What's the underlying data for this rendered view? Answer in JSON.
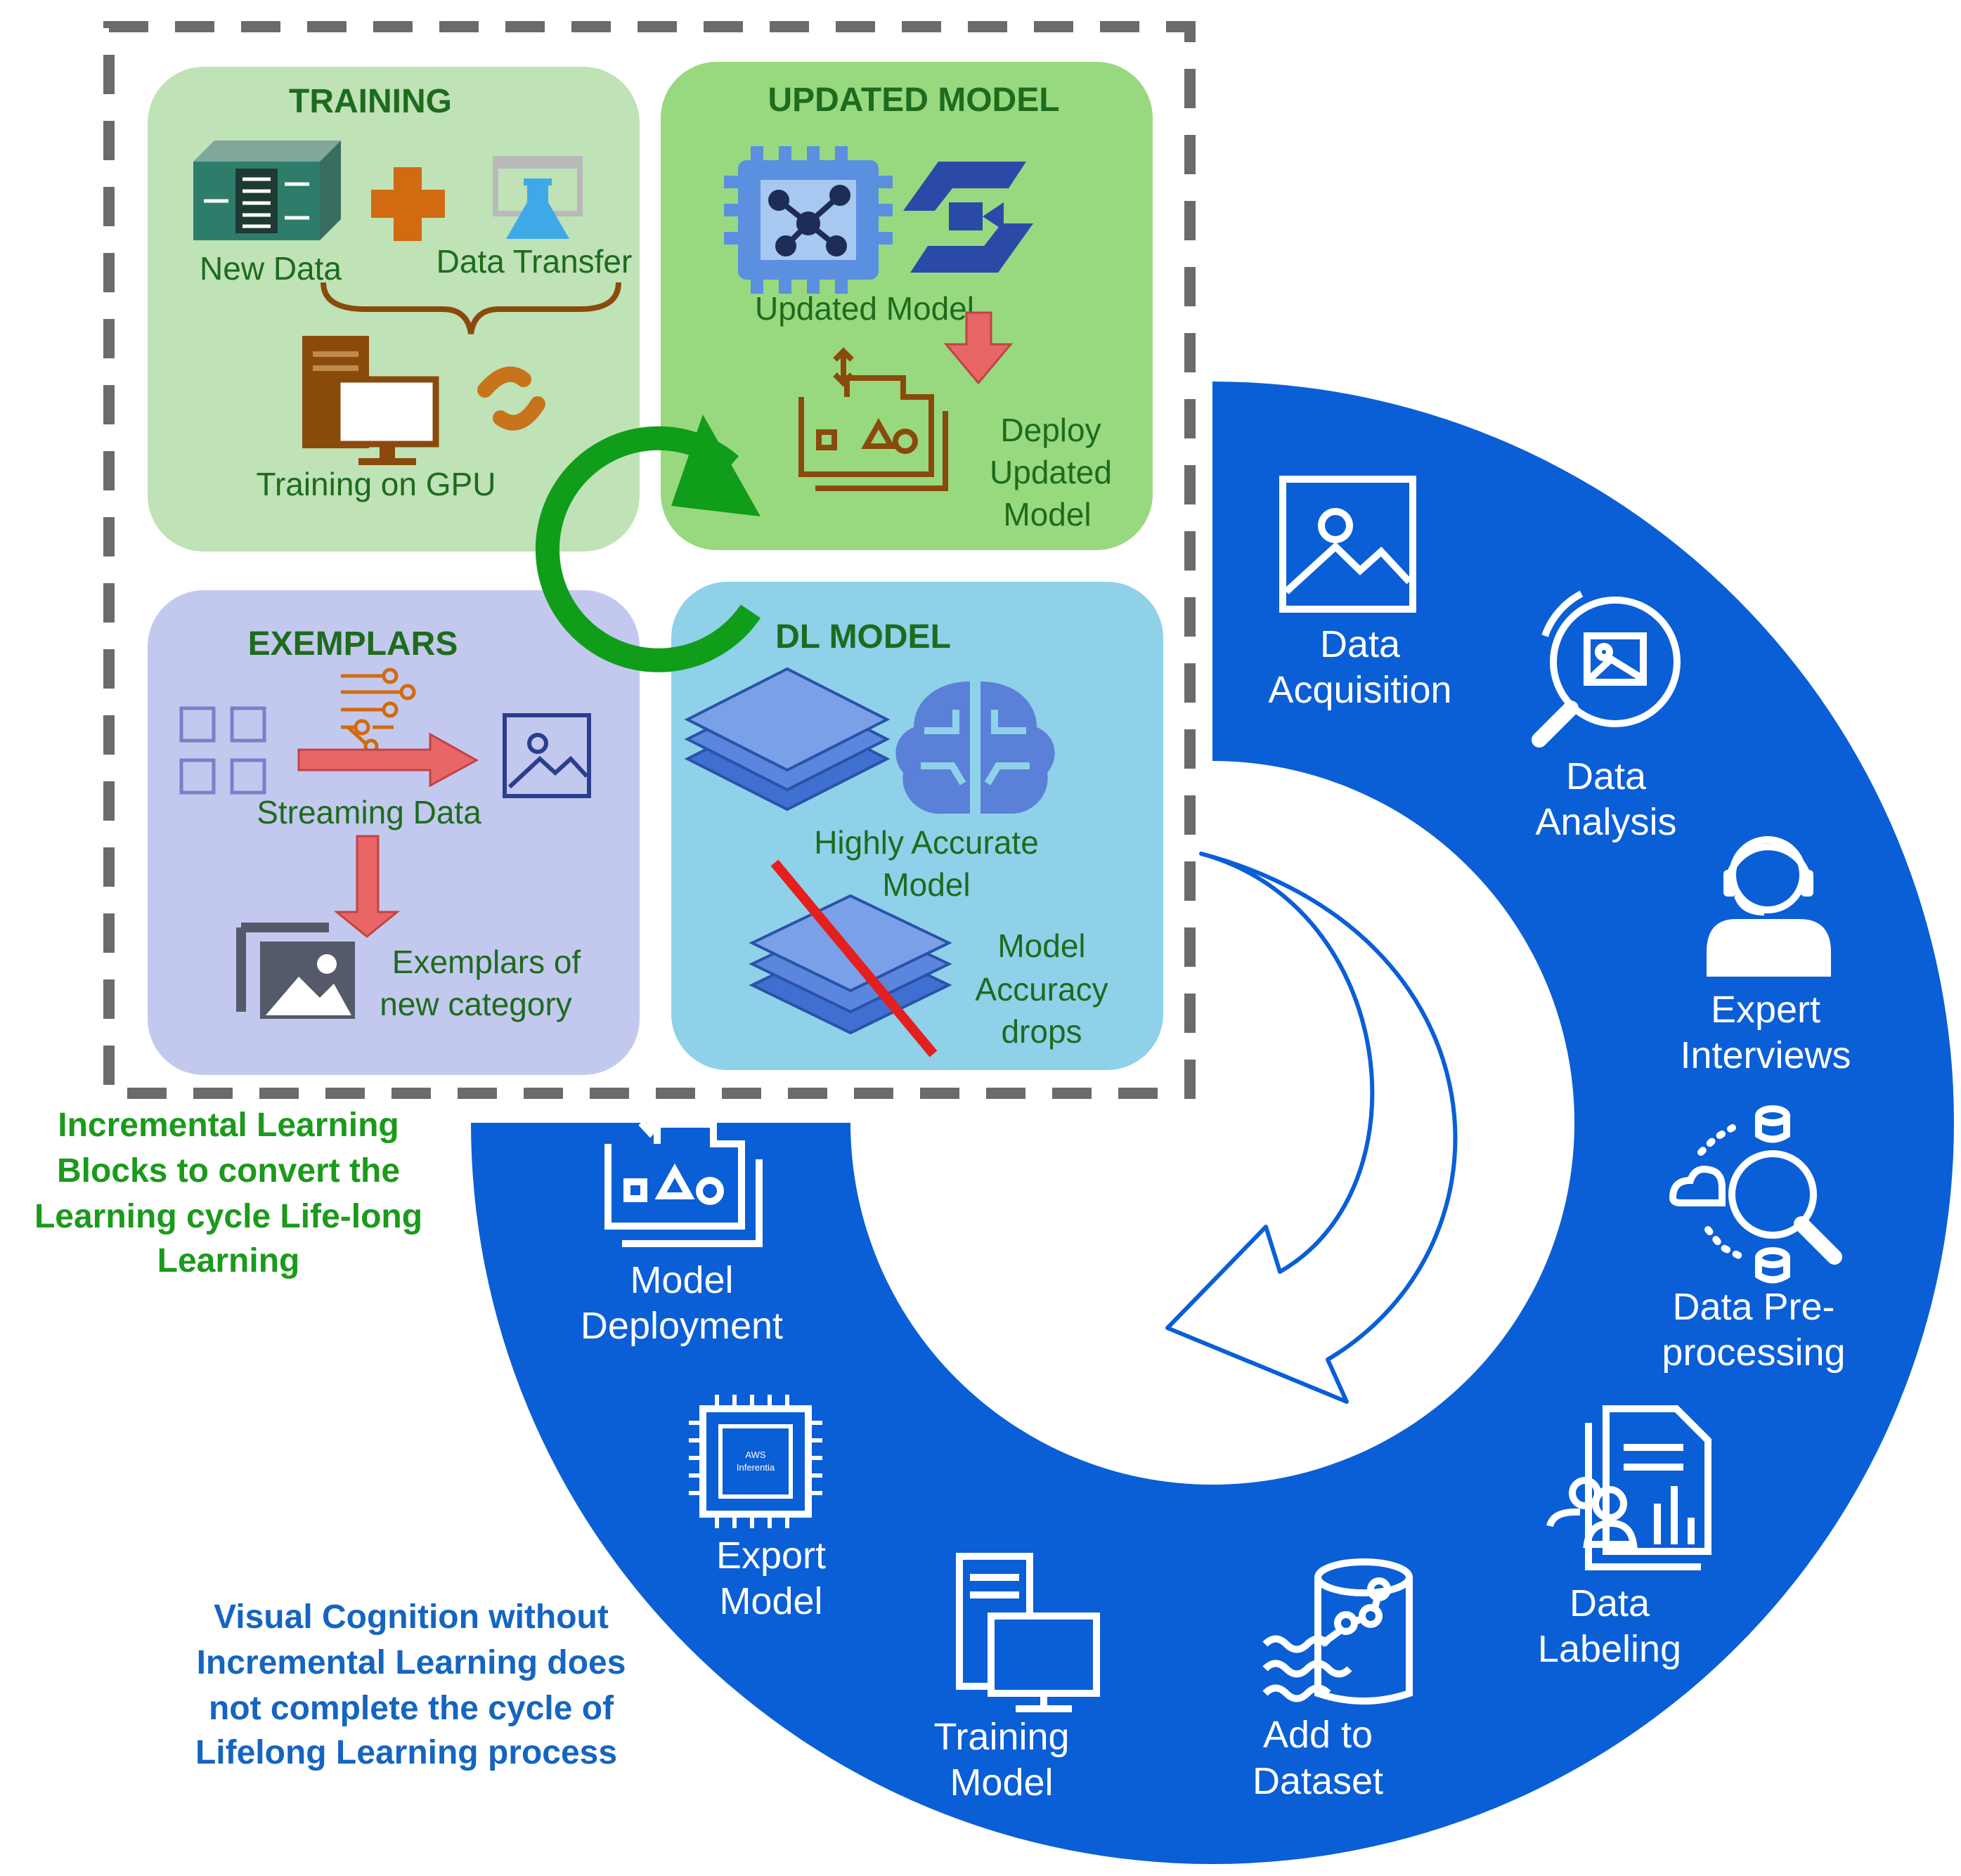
{
  "colors": {
    "ring": "#0a5fd6",
    "training_bg": "#bfe2b7",
    "updated_bg": "#98d97f",
    "exemplars_bg": "#c3c9ee",
    "dl_bg": "#8fd1e9",
    "dark_green_text": "#1e6b1e",
    "cycle_arrow": "#0f9d1a",
    "red_arrow": "#e86666",
    "brown": "#8a4a0c",
    "green_caption": "#1b9a1b",
    "blue_caption": "#1565c0"
  },
  "panels": {
    "training": {
      "title": "TRAINING",
      "new_data": "New Data",
      "data_transfer": "Data Transfer",
      "training_gpu": "Training on GPU"
    },
    "updated_model": {
      "title": "UPDATED MODEL",
      "updated_model": "Updated Model",
      "deploy_1": "Deploy",
      "deploy_2": "Updated",
      "deploy_3": "Model"
    },
    "exemplars": {
      "title": "EXEMPLARS",
      "streaming": "Streaming Data",
      "ex_1": "Exemplars of",
      "ex_2": "new category"
    },
    "dl_model": {
      "title": "DL MODEL",
      "accurate_1": "Highly Accurate",
      "accurate_2": "Model",
      "drop_1": "Model",
      "drop_2": "Accuracy",
      "drop_3": "drops"
    }
  },
  "workflow": {
    "acq": [
      "Data",
      "Acquisition"
    ],
    "analysis": [
      "Data",
      "Analysis"
    ],
    "interviews": [
      "Expert",
      "Interviews"
    ],
    "preproc": [
      "Data Pre-",
      "processing"
    ],
    "labeling": [
      "Data",
      "Labeling"
    ],
    "dataset": [
      "Add to",
      "Dataset"
    ],
    "training": [
      "Training",
      "Model"
    ],
    "export": [
      "Export",
      "Model"
    ],
    "deploy": [
      "Model",
      "Deployment"
    ],
    "chip_text": [
      "AWS",
      "Inferentia"
    ]
  },
  "captions": {
    "incremental": [
      "Incremental Learning",
      "Blocks to convert the",
      "Learning cycle Life-long",
      "Learning"
    ],
    "visual": [
      "Visual Cognition without",
      "Incremental Learning does",
      "not complete the cycle of",
      "Lifelong Learning process"
    ]
  }
}
